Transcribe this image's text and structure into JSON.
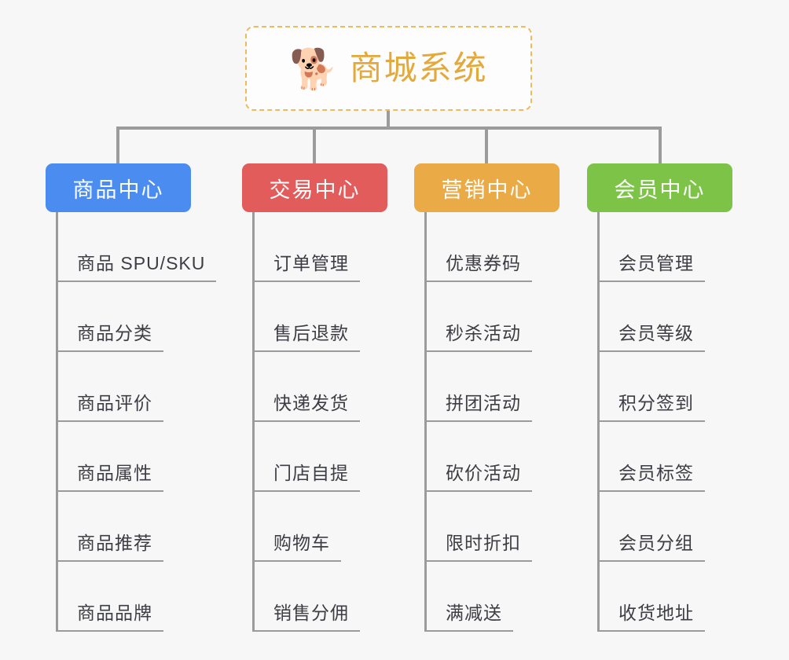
{
  "diagram": {
    "type": "org-tree",
    "background_color": "#f7f7f7",
    "root": {
      "title": "商城系统",
      "icon": "shiba-dog-face-icon",
      "icon_glyph": "🐕",
      "border_color": "#eeba5c",
      "border_style": "dashed",
      "text_color": "#e3a93d"
    },
    "connector_color": "#9b9b9b",
    "columns": [
      {
        "title": "商品中心",
        "color": "#4a8cf0",
        "items": [
          "商品 SPU/SKU",
          "商品分类",
          "商品评价",
          "商品属性",
          "商品推荐",
          "商品品牌"
        ]
      },
      {
        "title": "交易中心",
        "color": "#e25c5c",
        "items": [
          "订单管理",
          "售后退款",
          "快递发货",
          "门店自提",
          "购物车",
          "销售分佣"
        ]
      },
      {
        "title": "营销中心",
        "color": "#eaab46",
        "items": [
          "优惠券码",
          "秒杀活动",
          "拼团活动",
          "砍价活动",
          "限时折扣",
          "满减送"
        ]
      },
      {
        "title": "会员中心",
        "color": "#7cc348",
        "items": [
          "会员管理",
          "会员等级",
          "积分签到",
          "会员标签",
          "会员分组",
          "收货地址"
        ]
      }
    ]
  }
}
